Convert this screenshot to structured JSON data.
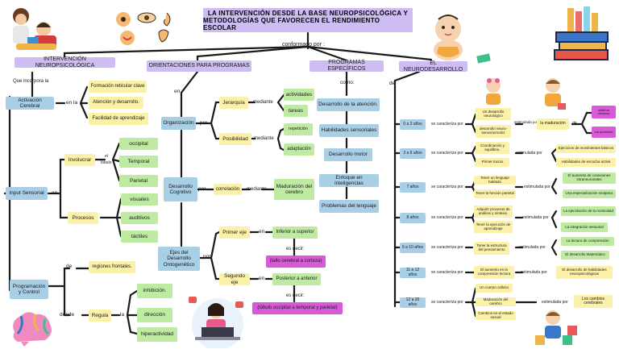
{
  "title": {
    "line1": "LA INTERVENCIÓN DESDE LA BASE NEUROPSICOLÓGICA Y",
    "line2": "METODOLOGÍAS QUE FAVORECEN EL RENDIMIENTO ESCOLAR"
  },
  "conformado": "conformado por :",
  "headers": {
    "intervencion": "INTERVENCIÓN NEUROPSICOLÓGICA",
    "orientaciones": "ORIENTACIONES PARA PROGRAMAS",
    "especificos": "PROGRAMAS ESPECÍFICOS",
    "neurodesarrollo": "EL NEURODESARROLLO"
  },
  "left": {
    "que_incorpora": "Que incorpora la",
    "activacion": "Activación Cerebral",
    "en_la": "en la",
    "formacion": "Formación reticular clave",
    "atencion": "Atención y desarrollo.",
    "facilidad": "Facilidad de aprendizaje",
    "input": "Input Sensorial",
    "en": "en",
    "involucrar": "Involucrar",
    "el": "el",
    "lobulo": "lóbulo",
    "occipital": "occipital",
    "temporal": "Temporal",
    "parietal": "Parietal",
    "procesos": "Procesos",
    "visuales": "visuales",
    "auditivos": "auditivos",
    "tactiles": "táctiles",
    "programacion": "Programación y Control",
    "de": "de",
    "regiones": "regiones frontales.",
    "donde": "donde",
    "regula": "Regula",
    "la": "la",
    "inhibicion": "inhibición.",
    "direccion": "dirección",
    "hiperactividad": "hiperactividad"
  },
  "middle": {
    "en": "en:",
    "organizacion": "Organización",
    "por": "por",
    "jerarquia": "Jerarquía",
    "mediante": "mediante",
    "actividades": "actividades",
    "tareas": "tareas",
    "posibilidad": "Posibilidad",
    "mediante2": "mediante",
    "repeticion": "repetición",
    "adaptacion": "adaptación",
    "desarrollo_cog": "Desarrollo Cognitivo",
    "por2": "por",
    "correlacion": "correlación",
    "mediante3": "mediante",
    "maduracion": "Maduración del cerebro",
    "ejes": "Ejes del Desarrollo Ontogenético",
    "por3": "por",
    "primer_eje": "Primer eje",
    "en1": "en",
    "inferior": "Inferior a superior",
    "es_decir1": "es decir:",
    "tallo": "(tallo cerebral a corteza)",
    "segundo_eje": "Segundo eje",
    "en2": "en",
    "posterior": "Posterior a anterior",
    "es_decir2": "es decir:",
    "lobulo_occ": "(lóbulo occipital a temporal y parietal)"
  },
  "programs": {
    "como": "como:",
    "items": [
      "Desarrollo de la atención.",
      "Habilidades sensoriales",
      "Desarrollo motor",
      "Enfoque en inteligencias",
      "Problemas del lenguaje"
    ]
  },
  "neuro": {
    "de": "de",
    "caracteriza": "se caracteriza por",
    "estimulada": "estimulada por",
    "ages": [
      {
        "age": "0 a 3 años",
        "traits": [
          "Un desarrollo neurológico",
          "desarrollo neuro-sensoriomotriz"
        ],
        "stim": [
          "la maduración"
        ],
        "extra_de": "de",
        "extra": [
          "sistema nervioso",
          "vía piramidal"
        ]
      },
      {
        "age": "3 a 6 años",
        "traits": [
          "Coordinación y equilibrio.",
          "Primer trazos"
        ],
        "stim": [
          "Ejercicios de movimientos básicos",
          "Habilidades de escucha activa"
        ]
      },
      {
        "age": "7 años",
        "traits": [
          "Tener un lenguaje hablado",
          "Tener la función parietal"
        ],
        "stim": [
          "El aumento de conexiones intraneuronales",
          "Una especialización sináptica"
        ]
      },
      {
        "age": "8 años",
        "traits": [
          "Adquirir procesos de análisis y síntesis.",
          "Tener la ejecución de aprendizaje"
        ],
        "stim": [
          "La ejercitación de la motricidad",
          "La integración sensorial"
        ]
      },
      {
        "age": "9 a 10 años",
        "traits": [
          "Tener la estructura del pensamiento"
        ],
        "stim": [
          "La lectura de comprensión",
          "El desarrollo Matemático"
        ]
      },
      {
        "age": "11 a 12 años",
        "traits": [
          "El aumento en la comprensión lectora"
        ],
        "stim": [
          "El desarrollo de habilidades neuropsicológicas"
        ]
      },
      {
        "age": "12 a 20 años",
        "traits": [
          "Un cuerpo calloso",
          "Maduración del cerebro",
          "Cambios en el estado sexual"
        ],
        "stim": [
          "Los cambios cerebrales"
        ]
      }
    ]
  },
  "icons": {
    "kids_top_left": "children-reading-illustration",
    "senses": "five-senses-icons",
    "baby_top": "baby-illustration",
    "books": "books-icon",
    "brain": "brain-illustration",
    "girl_laptop": "girl-at-laptop-illustration",
    "kid_blocks": "child-with-blocks-illustration"
  },
  "colors": {
    "blue": "#a9cfe6",
    "yellow": "#fbf1a9",
    "green": "#bfeaa2",
    "lavender": "#cdbdf2",
    "magenta": "#d85ad8"
  }
}
